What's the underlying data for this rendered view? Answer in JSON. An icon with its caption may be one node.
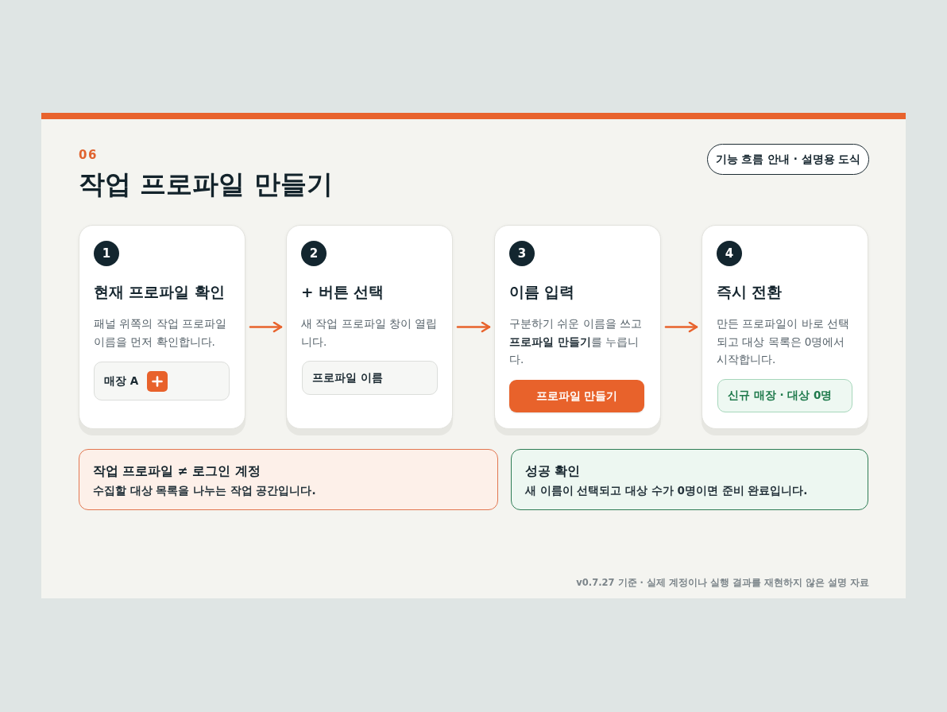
{
  "diagram": {
    "title": "작업 프로파일 만들기",
    "caption": "v0.7.27 기준 · 실제 계정이나 실행 결과를 재현하지 않은 설명 자료",
    "labels": [
      "06"
    ],
    "nodes": [
      {
        "text": [
          "기능 흐름 안내 · 설명용 도식"
        ]
      },
      {
        "text": [
          "현재 프로파일 확인",
          "패널 위쪽의 작업 프로파일 이름을 먼저 확인합니다."
        ]
      },
      {
        "text": [
          "1"
        ],
        "in": 1
      },
      {
        "text": [
          "매장 A"
        ],
        "in": 1
      },
      {
        "text": [
          "+ 버튼 선택",
          "새 작업 프로파일 창이 열립니다."
        ]
      },
      {
        "text": [
          "2"
        ],
        "in": 4
      },
      {
        "text": [
          "프로파일 이름"
        ],
        "in": 4
      },
      {
        "text": [
          "이름 입력",
          "구분하기 쉬운 이름을 쓰고 **프로파일 만들기**를 누릅니다."
        ]
      },
      {
        "text": [
          "3"
        ],
        "in": 7
      },
      {
        "text": [
          "프로파일 만들기"
        ],
        "in": 7
      },
      {
        "text": [
          "즉시 전환",
          "만든 프로파일이 바로 선택되고 대상 목록은 0명에서 시작합니다."
        ]
      },
      {
        "text": [
          "4"
        ],
        "in": 10
      },
      {
        "text": [
          "신규 매장 · 대상 0명"
        ],
        "in": 10
      },
      {
        "text": [
          "작업 프로파일 ≠ 로그인 계정",
          "수집할 대상 목록을 나누는 작업 공간입니다."
        ]
      },
      {
        "text": [
          "성공 확인",
          "새 이름이 선택되고 대상 수가 0명이면 준비 완료입니다."
        ]
      }
    ],
    "edges": [
      {
        "from": 1,
        "to": 4,
        "arrow": "to"
      },
      {
        "from": 4,
        "to": 7,
        "arrow": "to"
      },
      {
        "from": 7,
        "to": 10,
        "arrow": "to"
      }
    ]
  }
}
